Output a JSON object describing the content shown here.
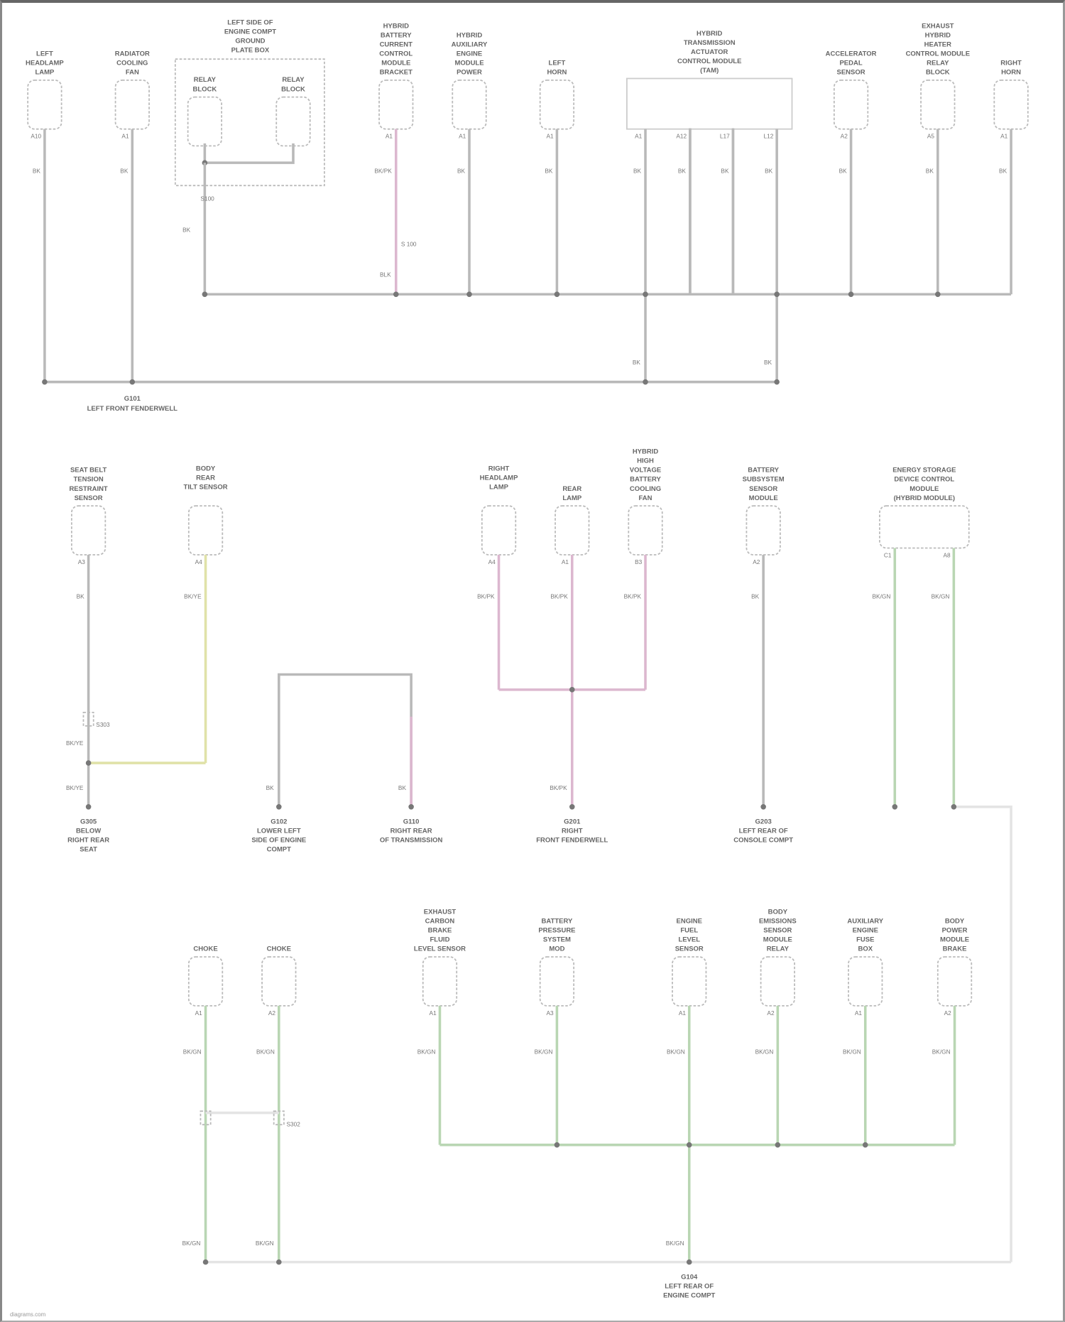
{
  "diagram": {
    "credit": "diagrams.com",
    "colors": {
      "black": "#b9b9b9",
      "pink": "#dcb7cf",
      "yellow": "#e0e2a8",
      "green": "#b9d6b3",
      "text": "#666666"
    },
    "components": [
      {
        "label": [
          "LEFT",
          "HEADLAMP",
          "LAMP"
        ],
        "pins": [
          {
            "pin": "A10",
            "wire": "BK"
          }
        ]
      },
      {
        "label": [
          "RADIATOR",
          "COOLING",
          "FAN"
        ],
        "pins": [
          {
            "pin": "A1",
            "wire": "BK"
          }
        ]
      },
      {
        "label": [
          "RELAY",
          "BLOCK"
        ],
        "pins": [
          {
            "pin": "",
            "wire": ""
          }
        ]
      },
      {
        "label": [
          "RELAY",
          "BLOCK"
        ],
        "pins": [
          {
            "pin": "",
            "wire": ""
          }
        ]
      },
      {
        "label": [
          "HYBRID",
          "BATTERY",
          "CURRENT",
          "CONTROL",
          "MODULE",
          "BRACKET"
        ],
        "pins": [
          {
            "pin": "A1",
            "wire": "BK/PK"
          }
        ]
      },
      {
        "label": [
          "HYBRID",
          "AUXILIARY",
          "ENGINE",
          "MODULE",
          "POWER"
        ],
        "pins": [
          {
            "pin": "A1",
            "wire": "BK"
          }
        ]
      },
      {
        "label": [
          "LEFT",
          "HORN"
        ],
        "pins": [
          {
            "pin": "A1",
            "wire": "BK"
          }
        ]
      },
      {
        "label": [
          "HYBRID",
          "TRANSMISSION",
          "ACTUATOR",
          "CONTROL MODULE",
          "(TAM)"
        ],
        "pins": [
          {
            "pin": "A1",
            "wire": "BK"
          },
          {
            "pin": "A12",
            "wire": "BK"
          },
          {
            "pin": "L17",
            "wire": "BK"
          },
          {
            "pin": "L12",
            "wire": "BK"
          }
        ]
      },
      {
        "label": [
          "ACCELERATOR",
          "PEDAL",
          "SENSOR"
        ],
        "pins": [
          {
            "pin": "A2",
            "wire": "BK"
          }
        ]
      },
      {
        "label": [
          "EXHAUST",
          "HYBRID",
          "HEATER",
          "CONTROL MODULE",
          "RELAY",
          "BLOCK"
        ],
        "pins": [
          {
            "pin": "A5",
            "wire": "BK"
          }
        ]
      },
      {
        "label": [
          "RIGHT",
          "HORN"
        ],
        "pins": [
          {
            "pin": "A1",
            "wire": "BK"
          }
        ]
      },
      {
        "label": [
          "SEAT BELT",
          "TENSION",
          "RESTRAINT",
          "SENSOR"
        ],
        "pins": [
          {
            "pin": "A3",
            "wire": "BK"
          }
        ]
      },
      {
        "label": [
          "BODY",
          "REAR",
          "TILT SENSOR"
        ],
        "pins": [
          {
            "pin": "A4",
            "wire": "BK/YE"
          }
        ]
      },
      {
        "label": [
          "RIGHT",
          "HEADLAMP",
          "LAMP"
        ],
        "pins": [
          {
            "pin": "A4",
            "wire": "BK/PK"
          }
        ]
      },
      {
        "label": [
          "REAR",
          "LAMP"
        ],
        "pins": [
          {
            "pin": "A1",
            "wire": "BK/PK"
          }
        ]
      },
      {
        "label": [
          "HYBRID",
          "HIGH",
          "VOLTAGE",
          "BATTERY",
          "COOLING",
          "FAN"
        ],
        "pins": [
          {
            "pin": "B3",
            "wire": "BK/PK"
          }
        ]
      },
      {
        "label": [
          "BATTERY",
          "SUBSYSTEM",
          "SENSOR",
          "MODULE"
        ],
        "pins": [
          {
            "pin": "A2",
            "wire": "BK"
          }
        ]
      },
      {
        "label": [
          "ENERGY STORAGE",
          "DEVICE CONTROL",
          "MODULE",
          "(HYBRID MODULE)"
        ],
        "pins": [
          {
            "pin": "C1",
            "wire": "BK/GN"
          },
          {
            "pin": "A8",
            "wire": "BK/GN"
          }
        ]
      },
      {
        "label": [
          "CHOKE"
        ],
        "pins": [
          {
            "pin": "A1",
            "wire": "BK/GN"
          }
        ]
      },
      {
        "label": [
          "CHOKE"
        ],
        "pins": [
          {
            "pin": "A2",
            "wire": "BK/GN"
          }
        ]
      },
      {
        "label": [
          "EXHAUST",
          "CARBON",
          "BRAKE",
          "FLUID",
          "LEVEL SENSOR"
        ],
        "pins": [
          {
            "pin": "A1",
            "wire": "BK/GN"
          }
        ]
      },
      {
        "label": [
          "BATTERY",
          "PRESSURE",
          "SYSTEM",
          "MOD"
        ],
        "pins": [
          {
            "pin": "A3",
            "wire": "BK/GN"
          }
        ]
      },
      {
        "label": [
          "ENGINE",
          "FUEL",
          "LEVEL",
          "SENSOR"
        ],
        "pins": [
          {
            "pin": "A1",
            "wire": "BK/GN"
          }
        ]
      },
      {
        "label": [
          "BODY",
          "EMISSIONS",
          "SENSOR",
          "MODULE",
          "RELAY"
        ],
        "pins": [
          {
            "pin": "A2",
            "wire": "BK/GN"
          }
        ]
      },
      {
        "label": [
          "AUXILIARY",
          "ENGINE",
          "FUSE",
          "BOX"
        ],
        "pins": [
          {
            "pin": "A1",
            "wire": "BK/GN"
          }
        ]
      },
      {
        "label": [
          "BODY",
          "POWER",
          "MODULE",
          "BRAKE"
        ],
        "pins": [
          {
            "pin": "A2",
            "wire": "BK/GN"
          }
        ]
      }
    ],
    "group_label": [
      "LEFT SIDE OF",
      "ENGINE COMPT",
      "GROUND",
      "PLATE BOX"
    ],
    "splices": [
      {
        "name": "S100",
        "wire_below": "BK"
      },
      {
        "name": "S 100",
        "wire_below": "BLK"
      },
      {
        "name": "S303",
        "wire_below": "BK/YE"
      },
      {
        "name": "S302",
        "wire_below": ""
      }
    ],
    "extra_wires": [
      "BK",
      "BK",
      "BK/YE",
      "BK",
      "BK",
      "BK/PK",
      "BK/GN",
      "BK/GN",
      "BK/GN"
    ],
    "grounds": [
      {
        "name": "G101",
        "label": [
          "LEFT FRONT FENDERWELL"
        ]
      },
      {
        "name": "G305",
        "label": [
          "BELOW",
          "RIGHT REAR",
          "SEAT"
        ]
      },
      {
        "name": "G102",
        "label": [
          "LOWER LEFT",
          "SIDE OF ENGINE",
          "COMPT"
        ]
      },
      {
        "name": "G110",
        "label": [
          "RIGHT REAR",
          "OF TRANSMISSION"
        ]
      },
      {
        "name": "G201",
        "label": [
          "RIGHT",
          "FRONT FENDERWELL"
        ]
      },
      {
        "name": "G203",
        "label": [
          "LEFT REAR OF",
          "CONSOLE COMPT"
        ]
      },
      {
        "name": "G104",
        "label": [
          "LEFT REAR OF",
          "ENGINE COMPT"
        ]
      }
    ]
  }
}
